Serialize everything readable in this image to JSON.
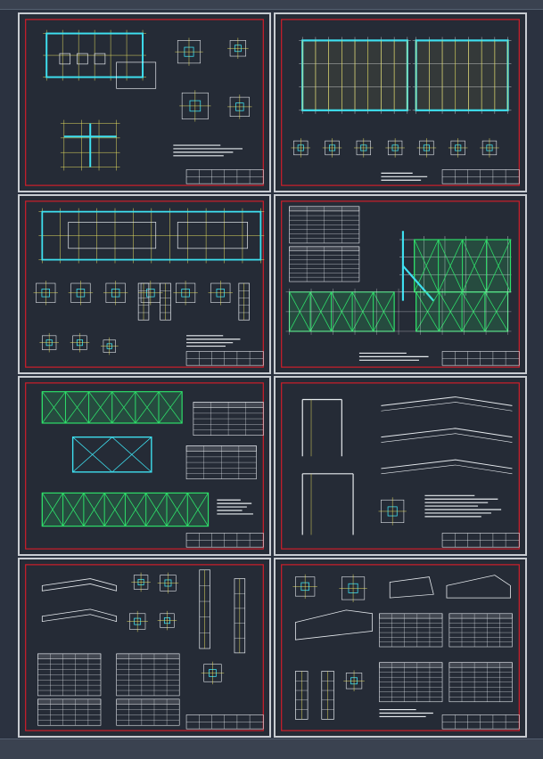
{
  "colors": {
    "background": "#2b3240",
    "sheet_fill": "#252b36",
    "sheet_border": "#c8ccd2",
    "frame_red": "#d21e2a",
    "cyan": "#3ee0f0",
    "yellow": "#e8e060",
    "green": "#2ee06a",
    "white": "#e8ecf0",
    "magenta": "#e050e0"
  },
  "sheets": [
    {
      "id": "sheet-1",
      "content": "floor-plan-and-details"
    },
    {
      "id": "sheet-2",
      "content": "two-plans-and-details"
    },
    {
      "id": "sheet-3",
      "content": "foundation-plan-and-sections"
    },
    {
      "id": "sheet-4",
      "content": "green-framing-plan-with-table"
    },
    {
      "id": "sheet-5",
      "content": "green-bracing-elevations-with-tables"
    },
    {
      "id": "sheet-6",
      "content": "portal-frame-elevations"
    },
    {
      "id": "sheet-7",
      "content": "member-details-with-tables"
    },
    {
      "id": "sheet-8",
      "content": "node-details-with-tables"
    }
  ]
}
